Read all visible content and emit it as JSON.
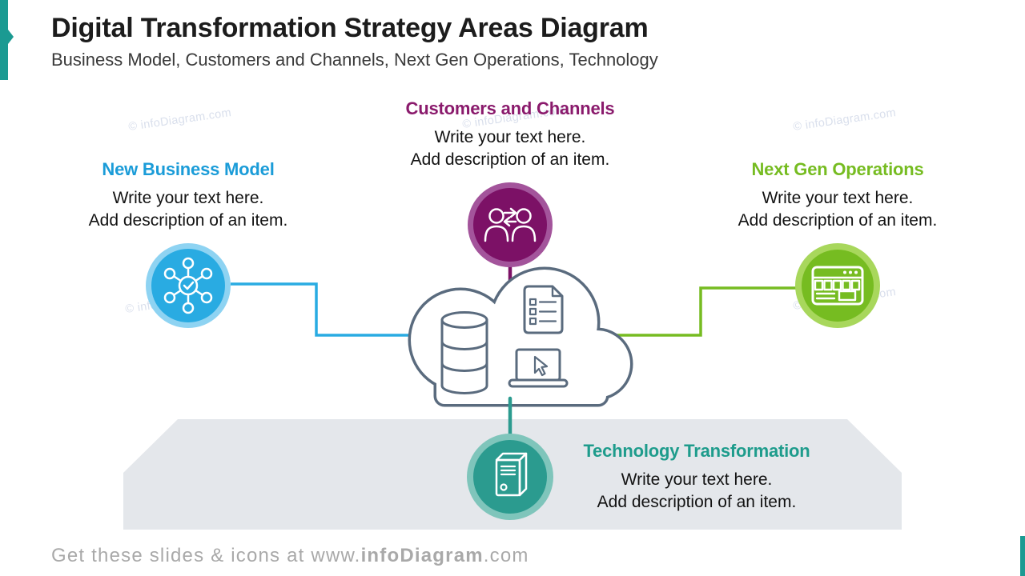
{
  "slide": {
    "title": "Digital Transformation Strategy Areas Diagram",
    "subtitle": "Business Model, Customers and Channels, Next Gen Operations, Technology",
    "watermark_text": "© infoDiagram.com",
    "footer": {
      "prefix": "Get these slides & icons at www.",
      "brand": "infoDiagram",
      "suffix": ".com"
    },
    "accent_color": "#1b9a92"
  },
  "diagram": {
    "center_icon": "cloud-computing",
    "center_sub_icons": [
      "database",
      "document-checklist",
      "laptop-cursor"
    ],
    "cloud_stroke_color": "#5a6b7e",
    "platform_color": "#e4e7eb"
  },
  "areas": [
    {
      "id": "new-business-model",
      "title": "New Business Model",
      "desc_line1": "Write your text here.",
      "desc_line2": "Add description of an item.",
      "icon": "network-hub",
      "color": "#29abe2",
      "ring_color": "#8ed3f2",
      "heading_color": "#1b9cd8"
    },
    {
      "id": "customers-and-channels",
      "title": "Customers and Channels",
      "desc_line1": "Write your text here.",
      "desc_line2": "Add description of an item.",
      "icon": "people-exchange",
      "color": "#7c1166",
      "ring_color": "#a3549b",
      "heading_color": "#8a1a6c"
    },
    {
      "id": "next-gen-operations",
      "title": "Next Gen Operations",
      "desc_line1": "Write your text here.",
      "desc_line2": "Add description of an item.",
      "icon": "dashboard-browser",
      "color": "#76bc21",
      "ring_color": "#a8d75c",
      "heading_color": "#76bc21"
    },
    {
      "id": "technology-transformation",
      "title": "Technology Transformation",
      "desc_line1": "Write your text here.",
      "desc_line2": "Add description of an item.",
      "icon": "server-tower",
      "color": "#2b9b8f",
      "ring_color": "#7fc5bb",
      "heading_color": "#1e9c8c"
    }
  ]
}
